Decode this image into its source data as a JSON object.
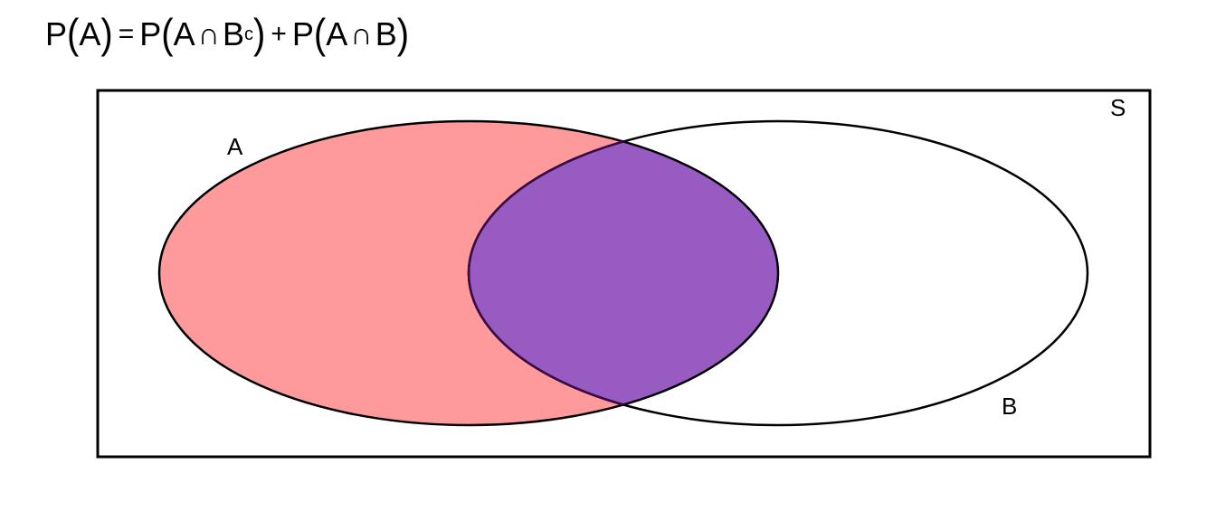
{
  "formula": {
    "lhs_p": "P",
    "lhs_set": "A",
    "eq": "=",
    "t1_p": "P",
    "t1_a": "A",
    "t1_cap": "∩",
    "t1_b": "B",
    "t1_sup": "c",
    "plus": "+",
    "t2_p": "P",
    "t2_a": "A",
    "t2_cap": "∩",
    "t2_b": "B",
    "open": "(",
    "close": ")"
  },
  "diagram": {
    "sample_space_label": "S",
    "set_a_label": "A",
    "set_b_label": "B",
    "colors": {
      "a_only_fill": "#ff9a9c",
      "intersection_fill": "#985bc2",
      "outline": "#000000",
      "background": "#ffffff"
    },
    "shaded_regions": [
      "A ∩ B^c",
      "A ∩ B"
    ]
  }
}
